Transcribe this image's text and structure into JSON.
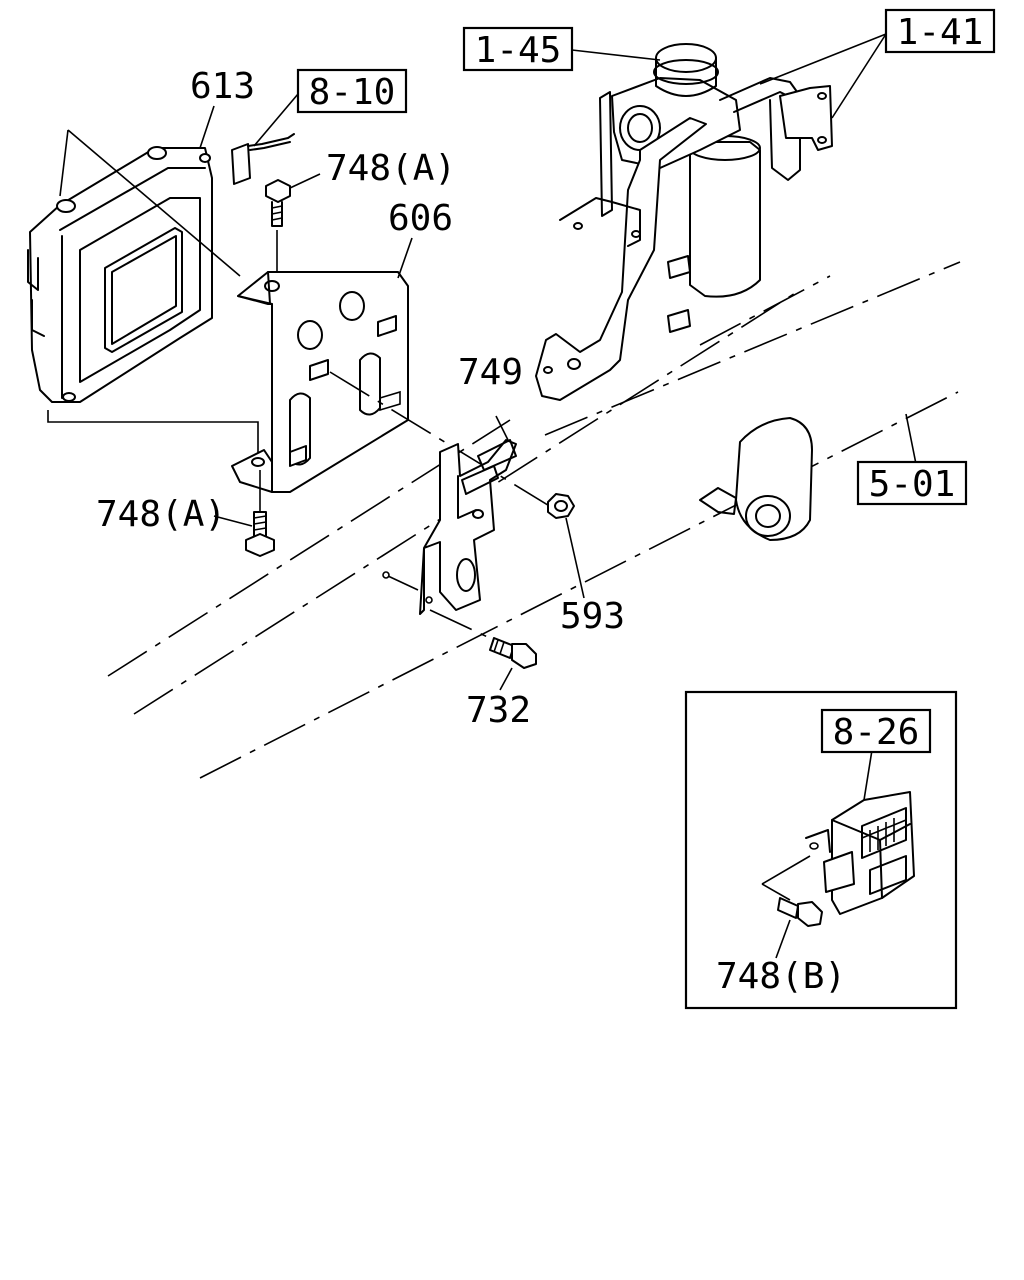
{
  "callouts": {
    "ref_1_45": "1-45",
    "ref_1_41": "1-41",
    "ref_8_10": "8-10",
    "ref_5_01": "5-01",
    "ref_8_26": "8-26",
    "part_613": "613",
    "part_748a_top": "748(A)",
    "part_606": "606",
    "part_749": "749",
    "part_748a_bottom": "748(A)",
    "part_593": "593",
    "part_732": "732",
    "part_748b": "748(B)"
  }
}
